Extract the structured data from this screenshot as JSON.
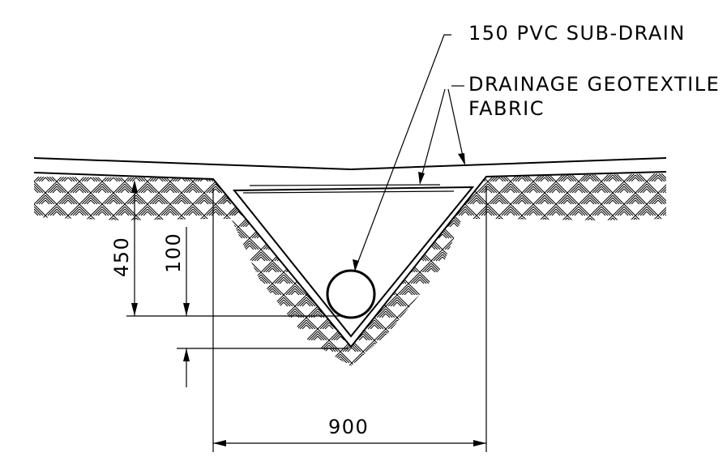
{
  "labels": {
    "pipe": "150 PVC SUB-DRAIN",
    "fabric_line1": "DRAINAGE GEOTEXTILE",
    "fabric_line2": "FABRIC"
  },
  "dimensions": {
    "depth_total": "450",
    "depth_bedding": "100",
    "width": "900"
  }
}
